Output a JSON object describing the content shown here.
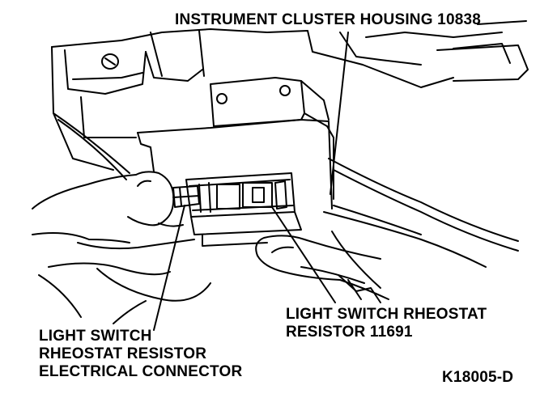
{
  "labels": {
    "instrument_cluster_housing": "INSTRUMENT CLUSTER HOUSING 10838",
    "rheostat_resistor": {
      "line1": "LIGHT SWITCH RHEOSTAT",
      "line2": "RESISTOR 11691"
    },
    "connector": {
      "line1": "LIGHT SWITCH",
      "line2": "RHEOSTAT RESISTOR",
      "line3": "ELECTRICAL CONNECTOR"
    },
    "figure_code": "K18005-D"
  },
  "colors": {
    "ink": "#000000",
    "paper": "#ffffff"
  }
}
